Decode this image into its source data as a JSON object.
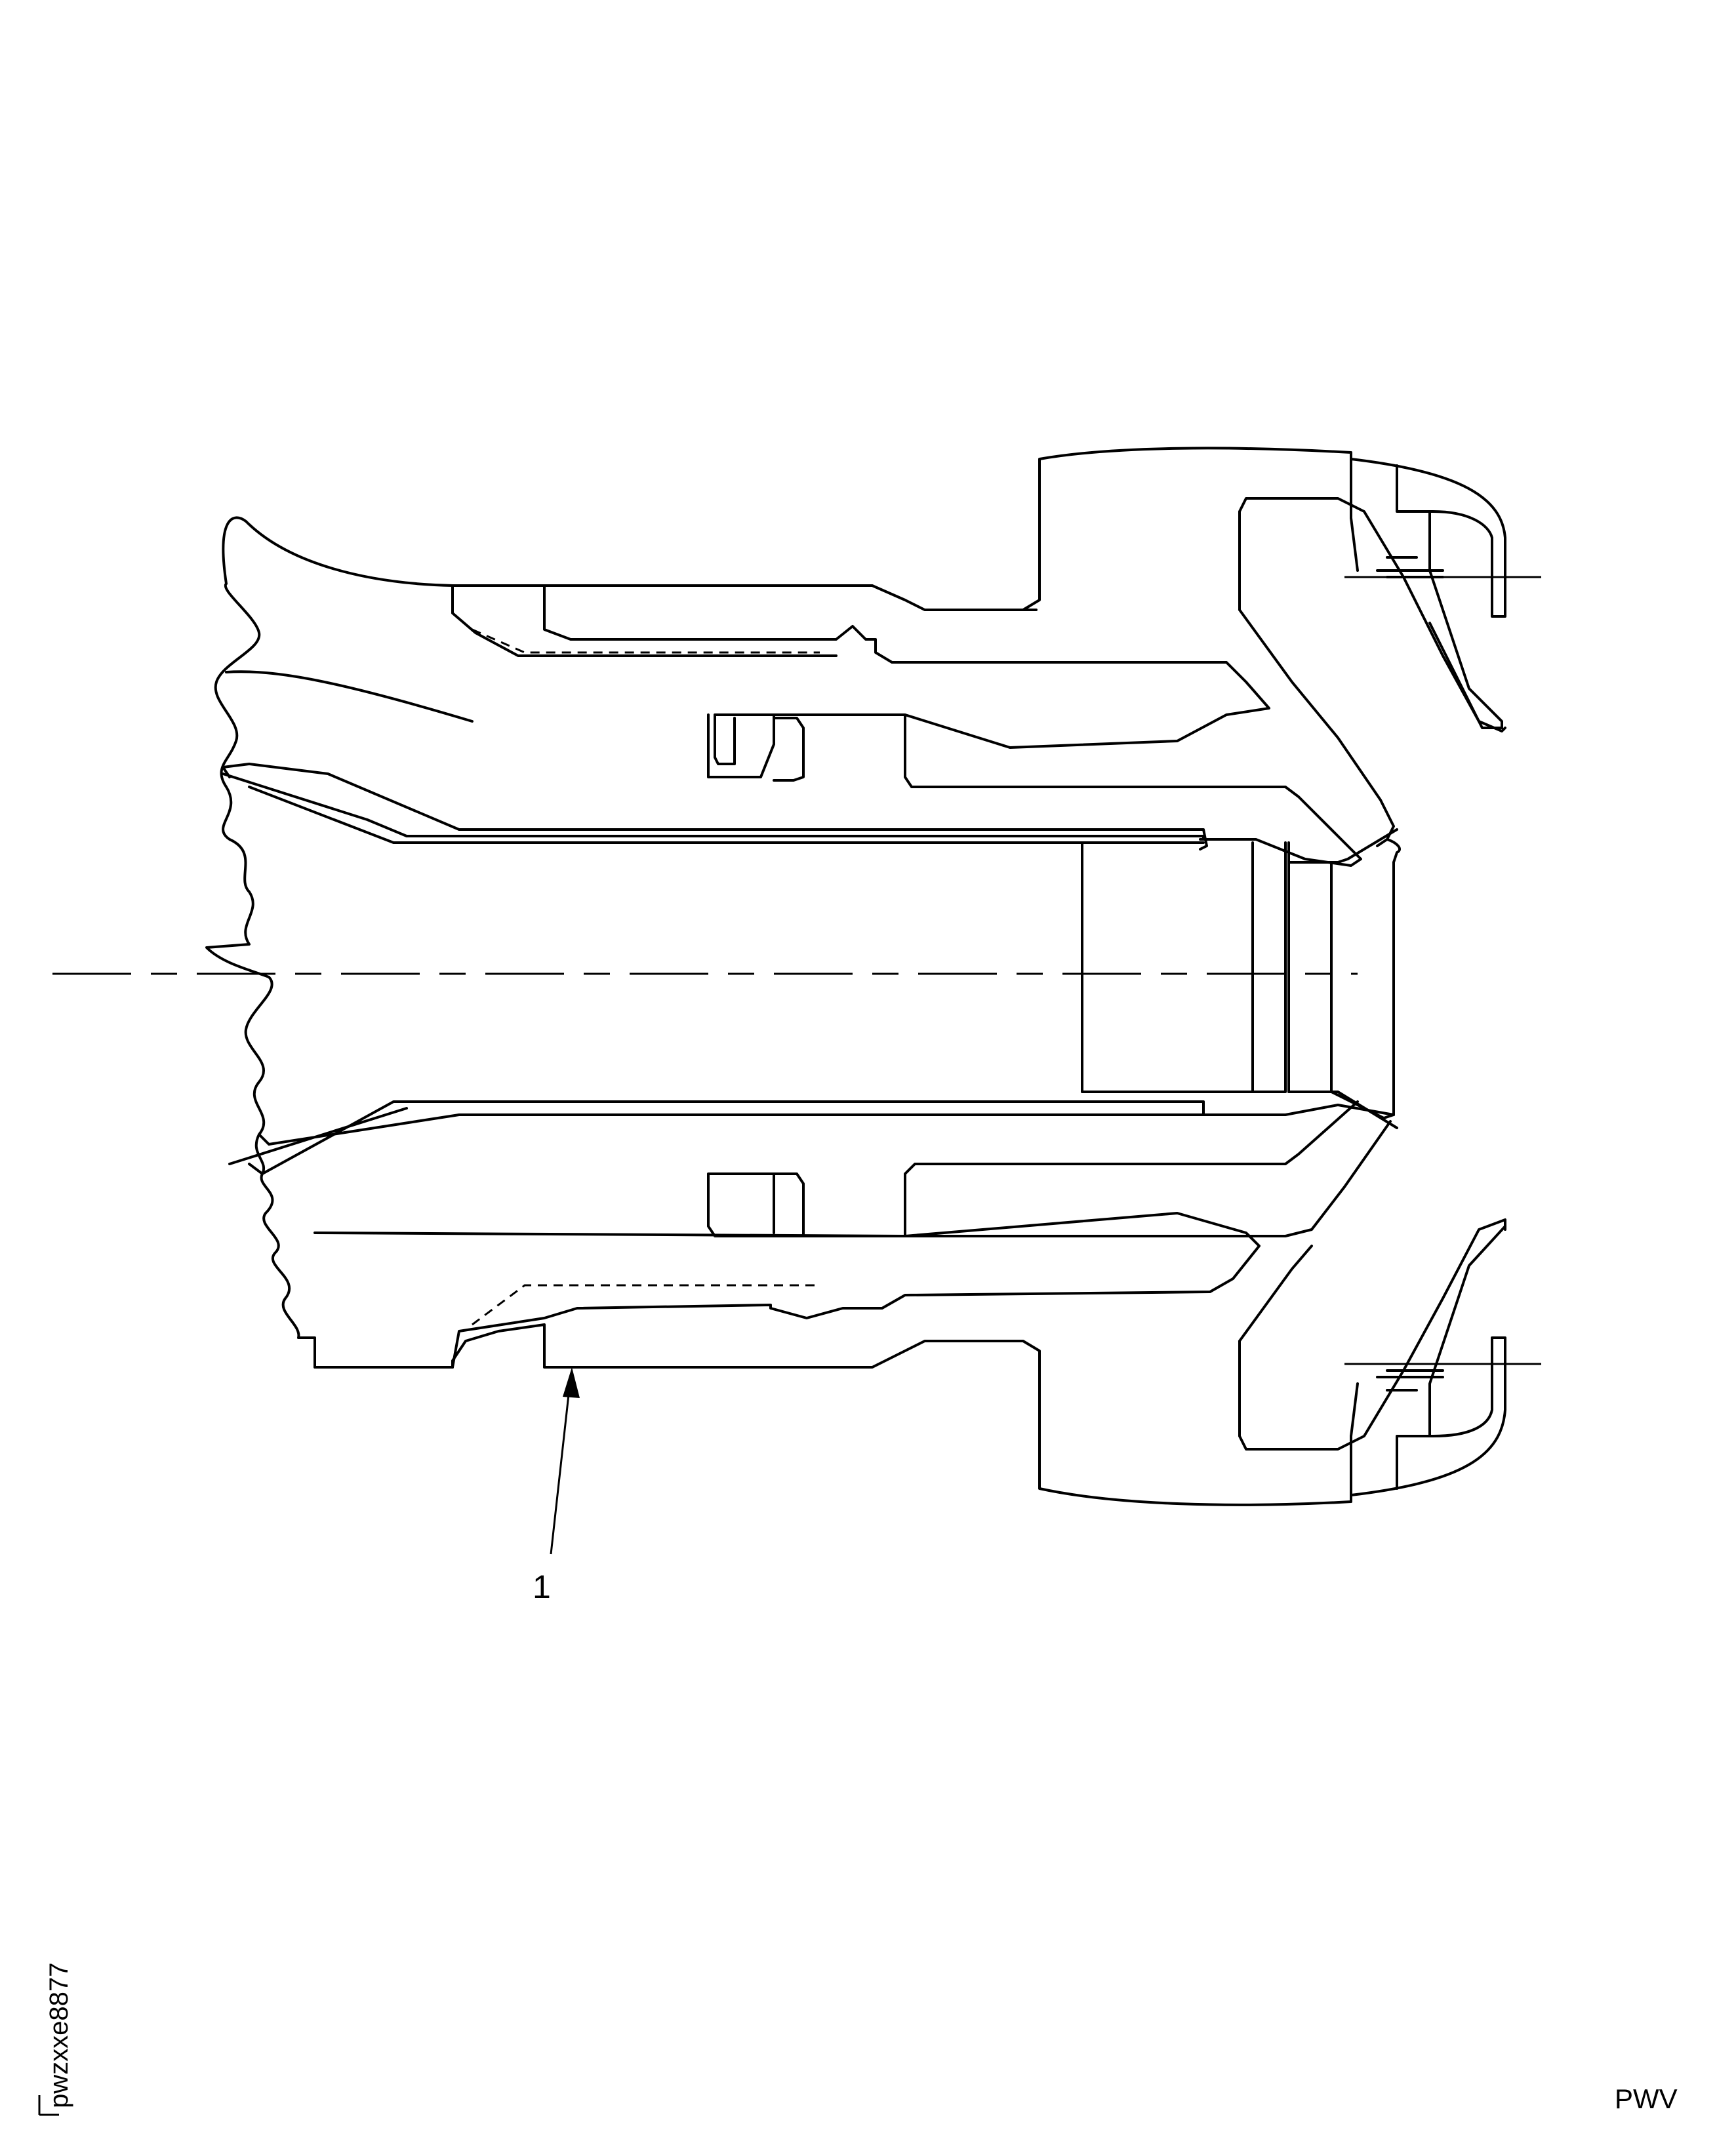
{
  "callout": {
    "number": "1",
    "target": "outer-sleeve-edge"
  },
  "figure_code": "pwzxxe8877",
  "corner_label": "PWV"
}
